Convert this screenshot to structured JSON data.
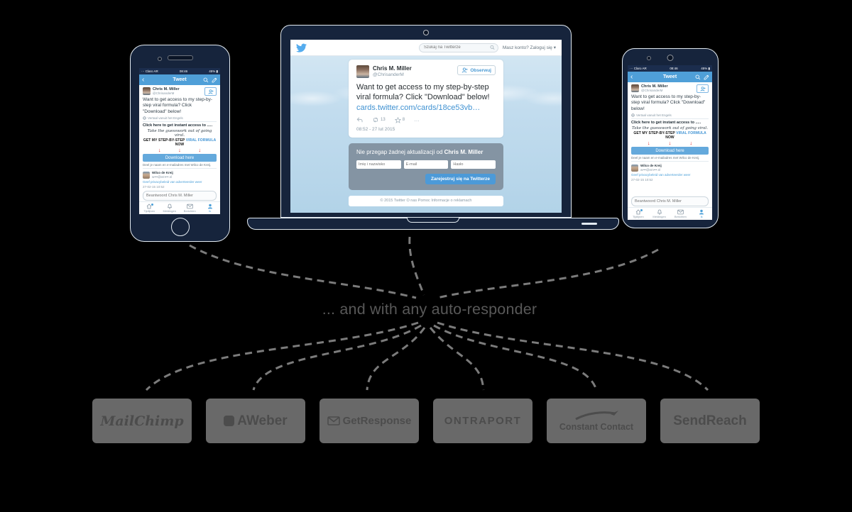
{
  "center_label": "... and with any auto-responder",
  "tweet": {
    "name": "Chris M. Miller",
    "handle": "@ChrisanderM",
    "follow": "Obserwuj",
    "text": "Want to get access to my step-by-step viral formula? Click \"Download\" below!",
    "link": "cards.twitter.com/cards/18ce53vb…",
    "retweet_count": "13",
    "favorite_count": "8",
    "more": "…",
    "timestamp": "08:52 - 27 lut 2015"
  },
  "laptop": {
    "search_placeholder": "Szukaj na Twitterze",
    "login": "Masz konto? Zaloguj się ▾",
    "signup": {
      "title_prefix": "Nie przegap żadnej aktualizacji od ",
      "title_name": "Chris M. Miller",
      "field1": "Imię i nazwisko",
      "field2": "E-mail",
      "field3": "Hasło",
      "button": "Zarejestruj się na Twitterze"
    },
    "footer": "© 2015 Twitter   O nas   Pomoc   Informacje o reklamach"
  },
  "phone": {
    "status_left": "··· Claro AR",
    "status_time": "08:46",
    "status_right": "45% ▮",
    "back": "‹",
    "nav_title": "Tweet",
    "translate": "Vertaal vanuit het Engels",
    "card_heading": "Click here to get instant access to .....",
    "card_tagline": "Take the guesswork out of going viral.",
    "card_cta_a": "GET MY STEP-BY-STEP ",
    "card_cta_b": "VIRAL FORMULA",
    "card_cta_c": " NOW",
    "arrow": "↓",
    "download_button": "Download here",
    "share_note": "Deel je naam en e-mailadres met Wilco de Kreij.",
    "advertiser_name": "Wilco de Kreij",
    "advertiser_email": "w•••@em•••.nl",
    "privacy_link": "Geef privacybeleid van adverteerder weer",
    "card_timestamp": "27-02-15 10:52",
    "reply_placeholder": "Beantwoord Chris M. Miller",
    "tab1": "Tijdlijnen",
    "tab2": "Meldingen",
    "tab3": "Berichten",
    "tab4": "Ik"
  },
  "autoresponders": [
    "MailChimp",
    "AWeber",
    "GetResponse",
    "ONTRAPORT",
    "Constant Contact",
    "SendReach"
  ],
  "colors": {
    "device_navy": "#16243c",
    "app_blue": "#4f9fd8",
    "twitter_blue": "#55acee",
    "signup_gray": "#8494a3",
    "box_gray": "#696969",
    "dash_gray": "#7b7b7b",
    "arrow_red": "#dd1f1f"
  }
}
